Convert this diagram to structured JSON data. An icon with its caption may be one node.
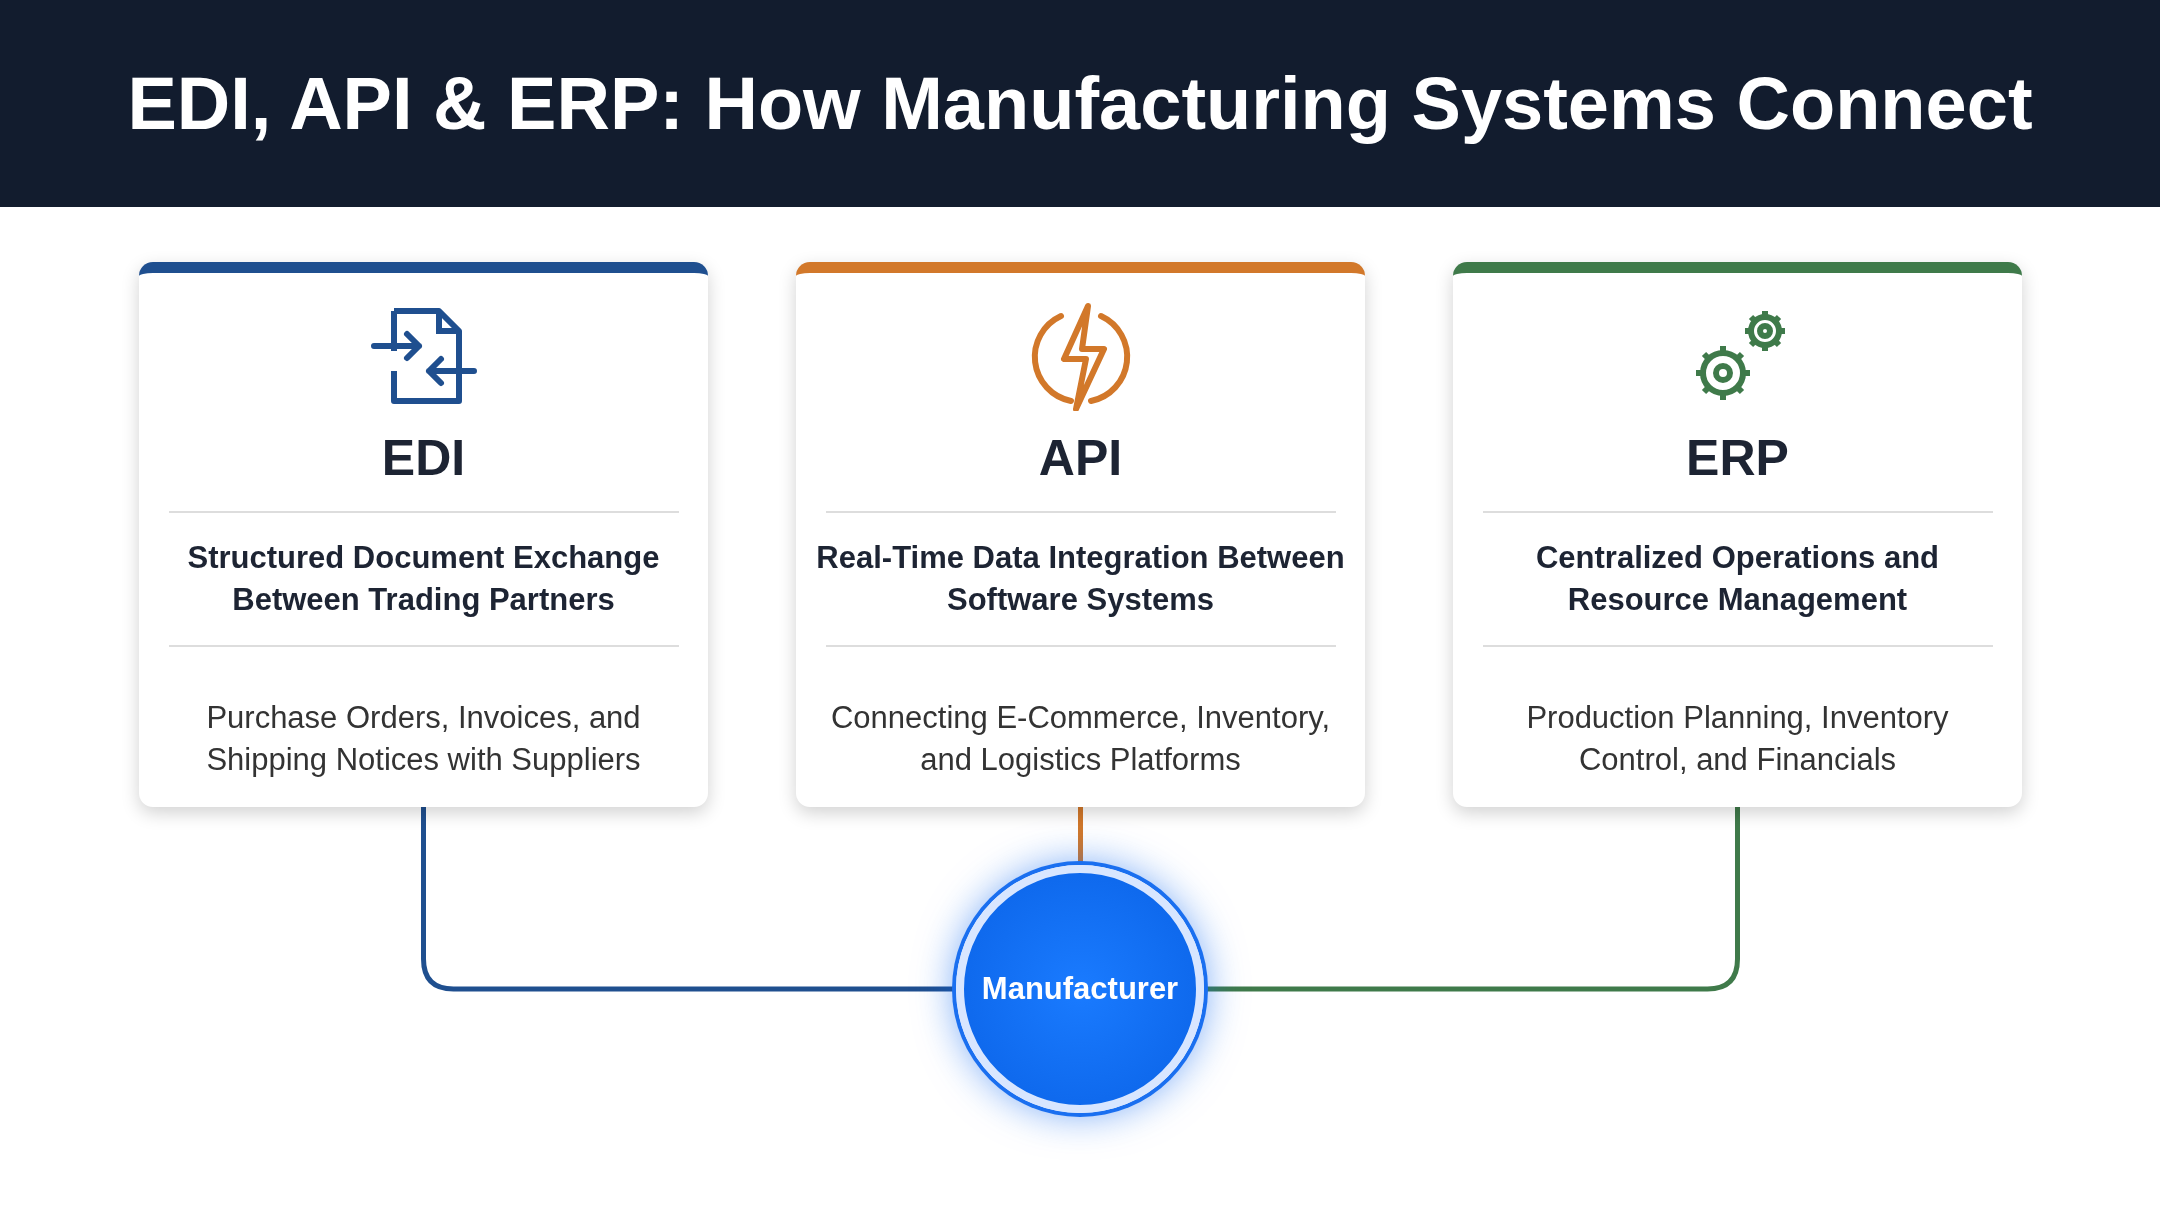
{
  "diagram": {
    "title": "EDI, API & ERP: How Manufacturing Systems Connect",
    "nodes": [
      {
        "text": [
          "EDI",
          "Structured Document Exchange Between Trading Partners",
          "Purchase Orders, Invoices, and Shipping Notices with Suppliers"
        ]
      },
      {
        "text": [
          "API",
          "Real-Time Data Integration Between Software Systems",
          "Connecting E-Commerce, Inventory, and Logistics Platforms"
        ]
      },
      {
        "text": [
          "ERP",
          "Centralized Operations and Resource Management",
          "Production Planning, Inventory Control, and Financials"
        ]
      },
      {
        "text": [
          "Manufacturer"
        ]
      }
    ],
    "edges": [
      {
        "from": 0,
        "to": 3,
        "arrow": "none",
        "color": "#1f4f8f"
      },
      {
        "from": 1,
        "to": 3,
        "arrow": "none",
        "color": "#d2782a"
      },
      {
        "from": 2,
        "to": 3,
        "arrow": "none",
        "color": "#3f7a4a"
      }
    ]
  }
}
